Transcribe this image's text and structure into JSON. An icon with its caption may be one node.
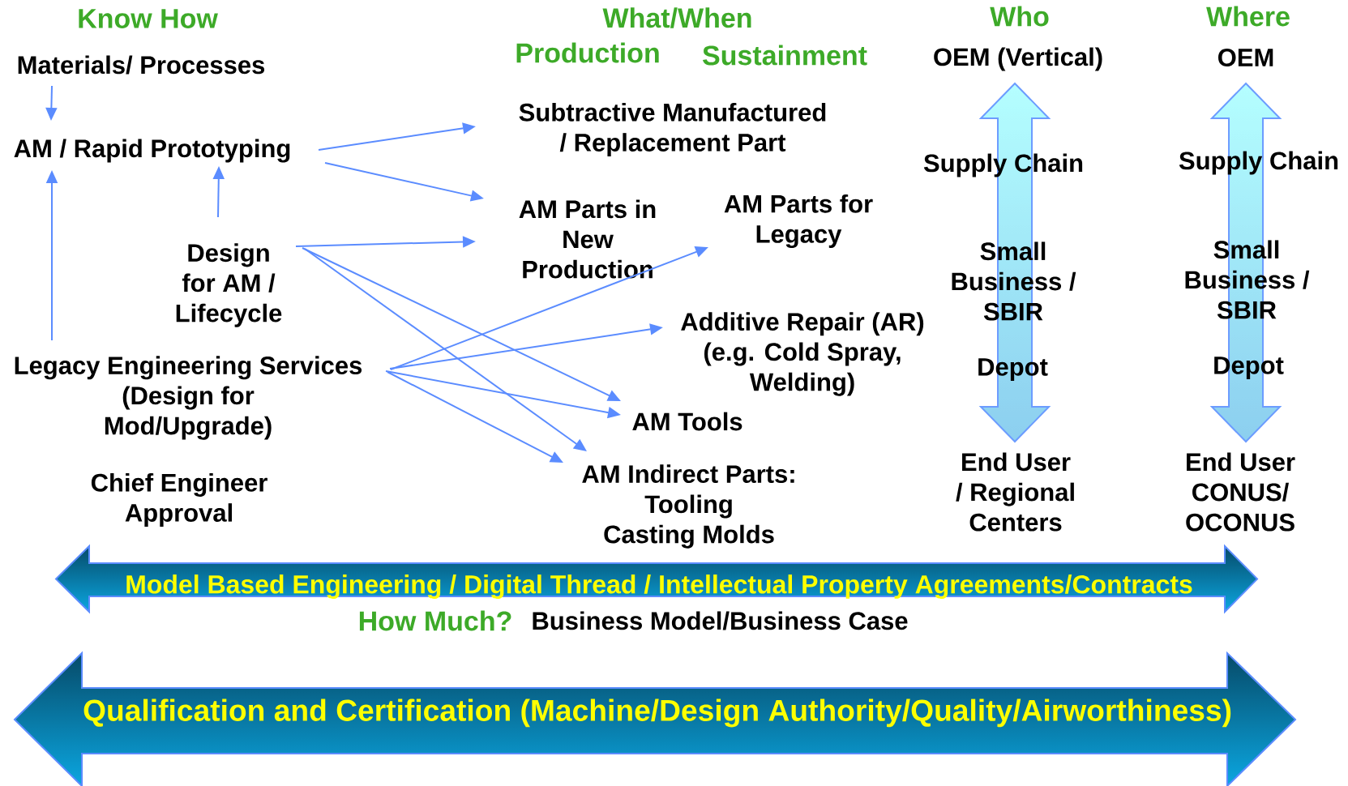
{
  "diagram": {
    "nodes": [
      {
        "text": [
          "Materials/ Processes"
        ]
      },
      {
        "text": [
          "AM / Rapid Prototyping"
        ]
      },
      {
        "text": [
          "Subtractive Manufactured / Replacement Part"
        ]
      },
      {
        "text": [
          "AM Parts in New Production"
        ]
      },
      {
        "text": [
          "AM Parts for Legacy"
        ]
      },
      {
        "text": [
          "Design for AM / Lifecycle"
        ]
      },
      {
        "text": [
          "Additive Repair (AR) (e.g. Cold Spray, Welding)"
        ]
      },
      {
        "text": [
          "Legacy Engineering Services (Design for Mod/Upgrade)"
        ]
      },
      {
        "text": [
          "AM Tools"
        ]
      },
      {
        "text": [
          "AM Indirect Parts: Tooling Casting Molds"
        ]
      },
      {
        "text": [
          "Supply Chain",
          "Small Business / SBIR",
          "Depot"
        ],
        "beside": [
          "OEM (Vertical)",
          "End User / Regional Centers"
        ]
      },
      {
        "text": [
          "Supply Chain",
          "Small Business / SBIR",
          "Depot"
        ],
        "beside": [
          "OEM",
          "End User CONUS/ OCONUS"
        ]
      },
      {
        "text": [
          "Model Based Engineering / Digital Thread / Intellectual Property Agreements/Contracts"
        ]
      },
      {
        "text": [
          "Qualification and Certification (Machine/Design Authority/Quality/Airworthiness)"
        ]
      }
    ],
    "edges": [
      {
        "from": 0,
        "to": 1,
        "arrow": "to"
      },
      {
        "from": 7,
        "to": 1,
        "arrow": "to"
      },
      {
        "from": 5,
        "to": 1,
        "arrow": "to"
      },
      {
        "from": 1,
        "to": 2,
        "arrow": "to"
      },
      {
        "from": 1,
        "to": 3,
        "arrow": "to"
      },
      {
        "from": 5,
        "to": 3,
        "arrow": "to"
      },
      {
        "from": 5,
        "to": 8,
        "arrow": "to"
      },
      {
        "from": 5,
        "to": 9,
        "arrow": "to"
      },
      {
        "from": 7,
        "to": 4,
        "arrow": "to"
      },
      {
        "from": 7,
        "to": 6,
        "arrow": "to"
      },
      {
        "from": 7,
        "to": 8,
        "arrow": "to"
      },
      {
        "from": 7,
        "to": 9,
        "arrow": "to"
      }
    ],
    "labels": [
      "Know How",
      "What/When",
      "Who",
      "Where",
      "Production",
      "Sustainment",
      "Chief Engineer Approval",
      "How Much?",
      "Business Model/Business Case"
    ]
  }
}
